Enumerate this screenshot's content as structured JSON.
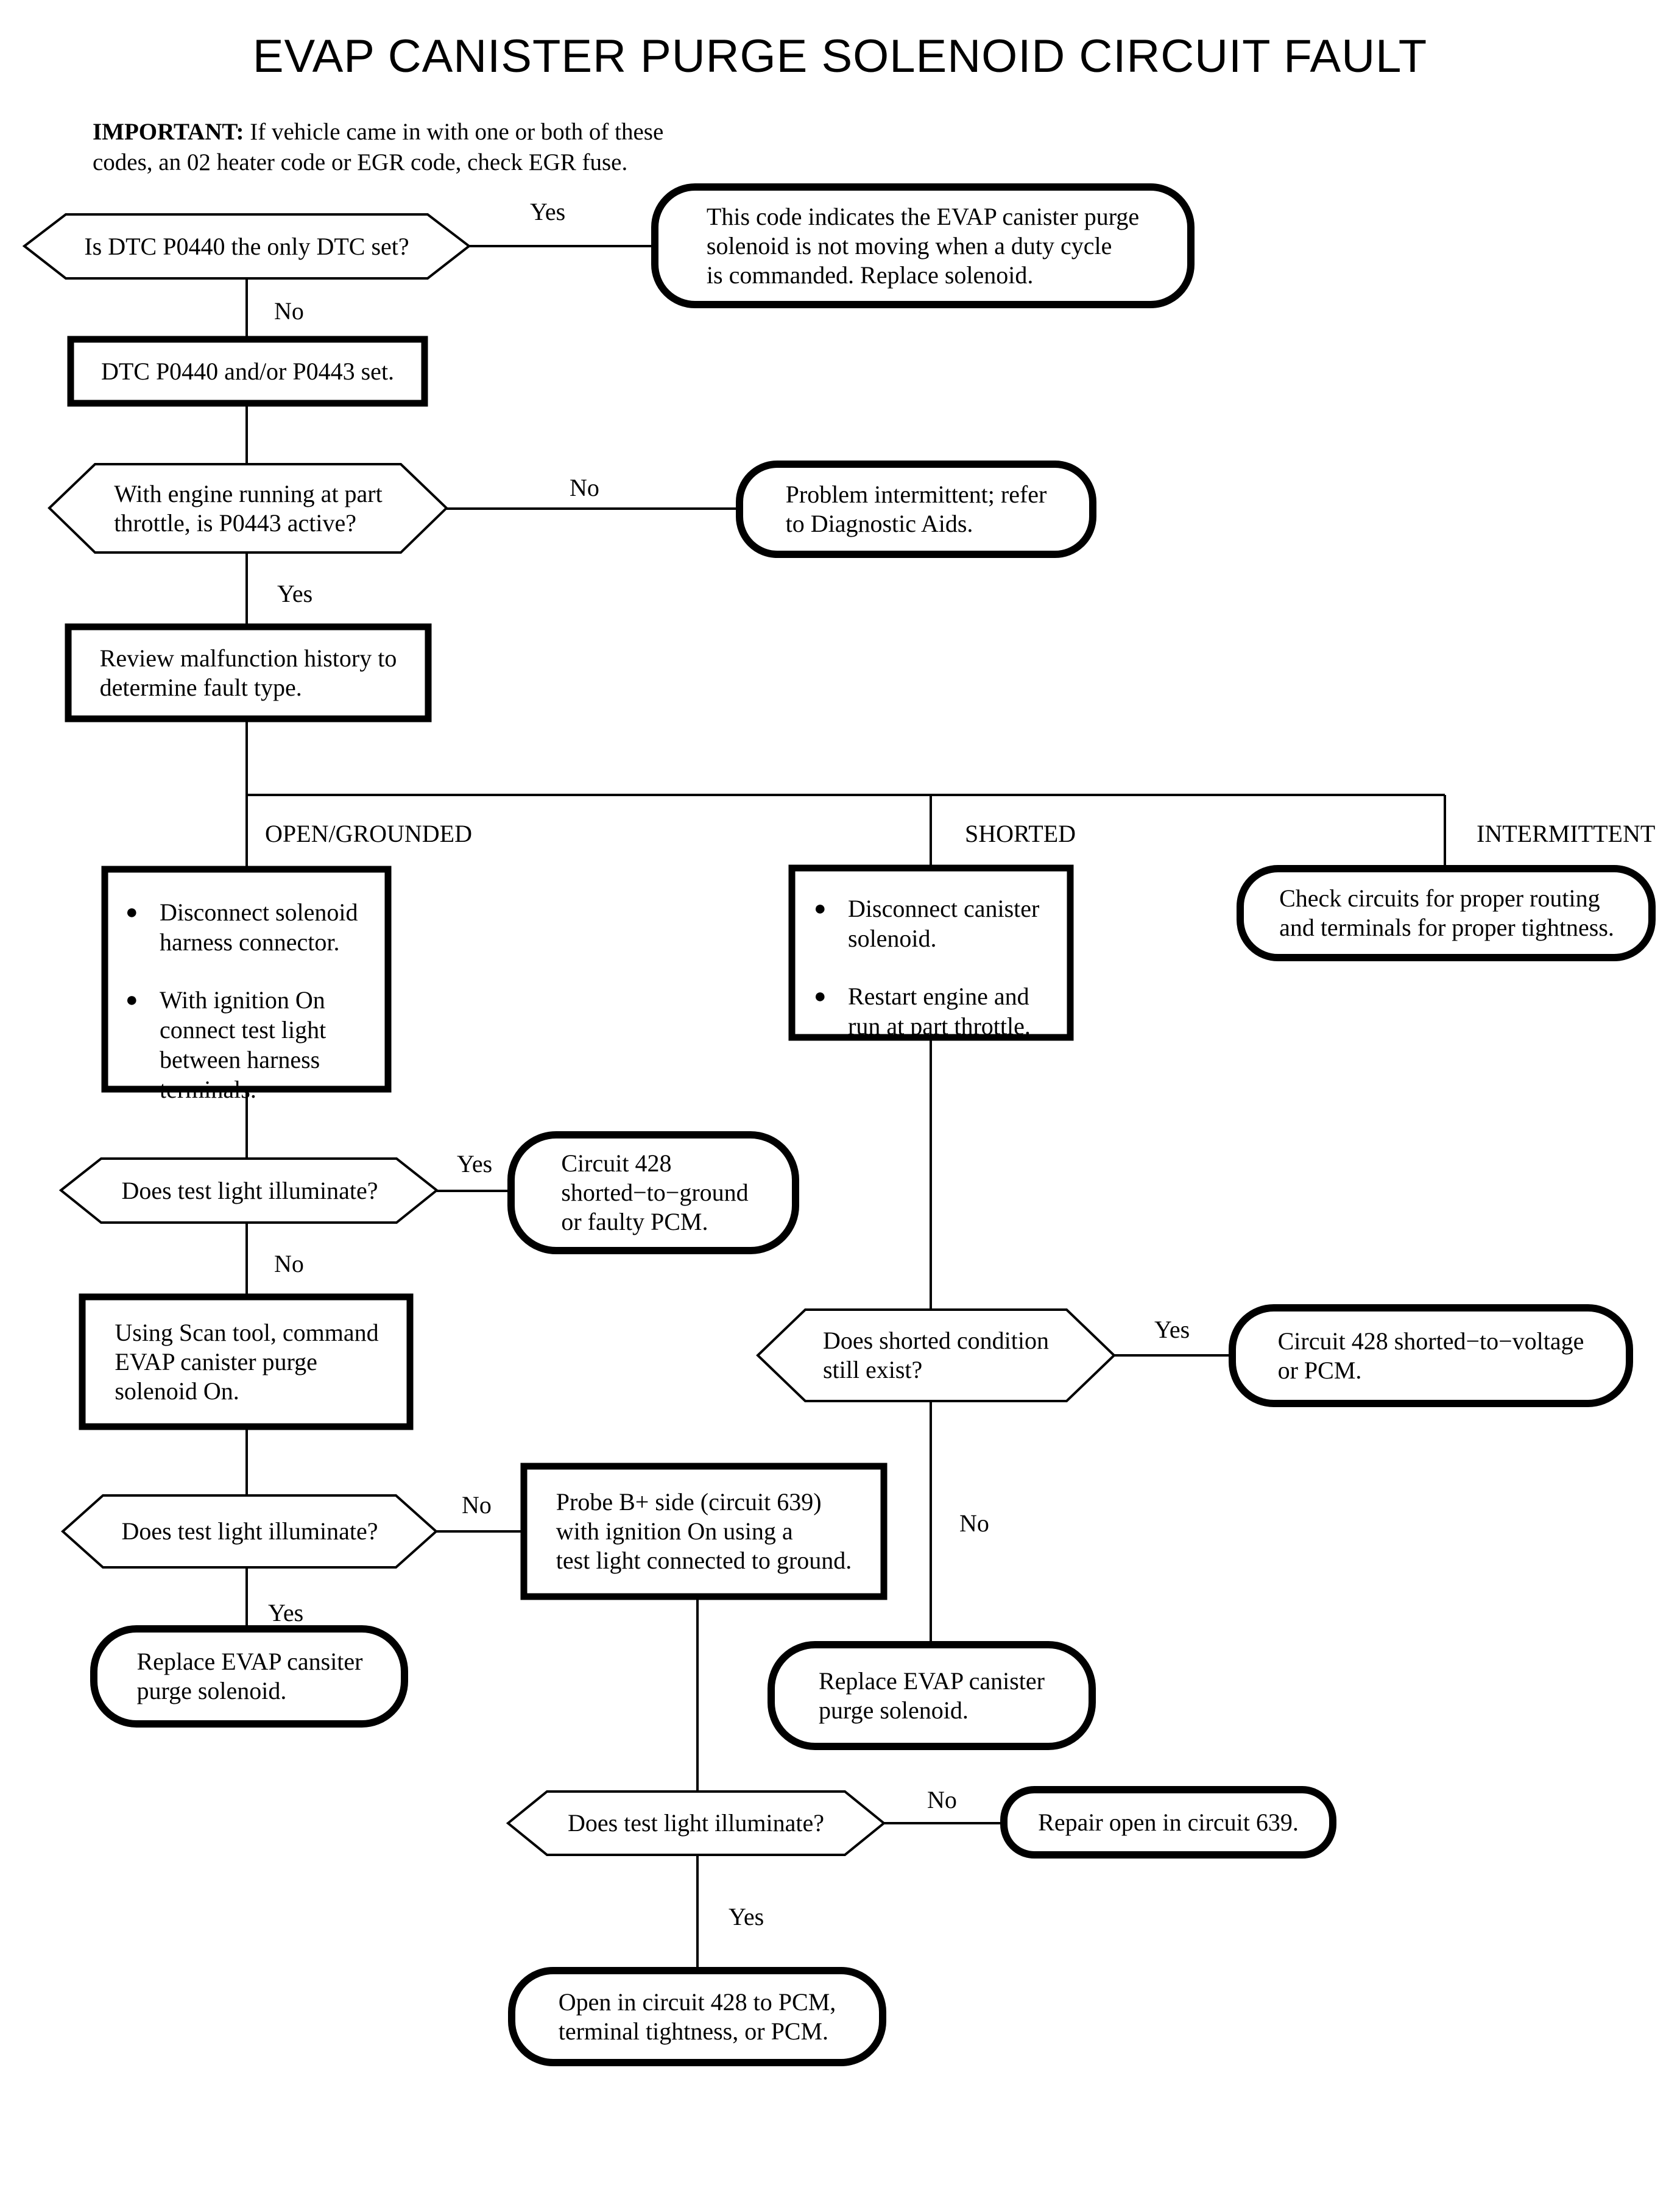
{
  "title": "EVAP CANISTER PURGE SOLENOID CIRCUIT FAULT",
  "important_note": {
    "prefix": "IMPORTANT:",
    "line1": " If vehicle came in with one or both of these",
    "line2": "codes, an 02 heater code or EGR code, check EGR fuse."
  },
  "branch_labels": {
    "open_grounded": "OPEN/GROUNDED",
    "shorted": "SHORTED",
    "intermittent": "INTERMITTENT"
  },
  "icons": {
    "bullet": "●"
  },
  "nodes": {
    "decision_dtc_only": "Is DTC P0440 the only DTC set?",
    "result_replace_solenoid": "This code indicates the EVAP canister purge\nsolenoid is not moving when a duty cycle\nis commanded. Replace solenoid.",
    "process_dtc_set": "DTC P0440 and/or P0443 set.",
    "decision_p0443_active": "With engine running at part\nthrottle, is P0443 active?",
    "result_problem_intermittent": "Problem intermittent; refer\nto Diagnostic Aids.",
    "process_review_history": "Review malfunction history to\ndetermine fault type.",
    "open_steps": {
      "items": [
        "Disconnect solenoid\nharness connector.",
        "With ignition On\nconnect test light\nbetween harness\nterminals."
      ]
    },
    "shorted_steps": {
      "items": [
        "Disconnect canister\nsolenoid.",
        "Restart engine and\nrun at part throttle."
      ]
    },
    "result_check_circuits": "Check circuits for proper routing\nand terminals for proper tightness.",
    "decision_test_light_1": "Does test light illuminate?",
    "result_circuit428_ground": "Circuit 428\nshorted−to−ground\nor faulty PCM.",
    "process_scan_tool": "Using Scan tool, command\nEVAP canister purge\nsolenoid On.",
    "decision_test_light_2": "Does test light illuminate?",
    "process_probe_b": "Probe B+ side (circuit 639)\nwith ignition On using a\ntest light connected to ground.",
    "result_replace_cansiter": "Replace EVAP cansiter\npurge solenoid.",
    "decision_shorted_exist": "Does shorted condition\nstill exist?",
    "result_circuit428_voltage": "Circuit 428 shorted−to−voltage\nor PCM.",
    "result_replace_canister": "Replace EVAP canister\npurge solenoid.",
    "decision_test_light_3": "Does test light illuminate?",
    "result_repair_639": "Repair open in circuit 639.",
    "result_open_428": "Open in circuit 428 to PCM,\nterminal tightness, or PCM."
  },
  "edges": {
    "dtc_only_yes": "Yes",
    "dtc_only_no": "No",
    "p0443_no": "No",
    "p0443_yes": "Yes",
    "test1_yes": "Yes",
    "test1_no": "No",
    "test2_no": "No",
    "test2_yes": "Yes",
    "shorted_yes": "Yes",
    "shorted_no": "No",
    "test3_no": "No",
    "test3_yes": "Yes"
  }
}
